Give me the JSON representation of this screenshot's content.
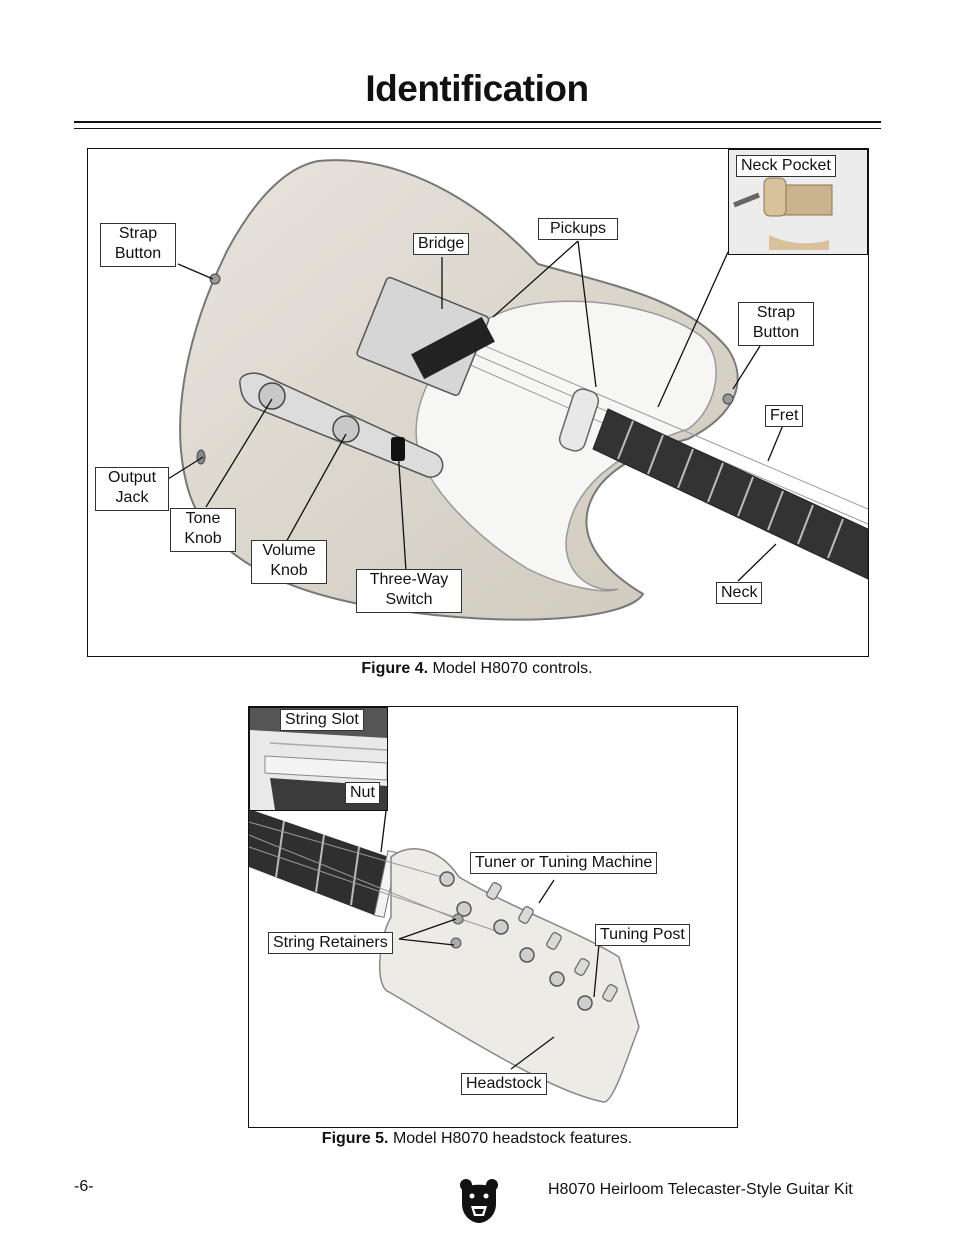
{
  "page": {
    "title": "Identification",
    "page_number": "-6-",
    "footer_title": "H8070 Heirloom Telecaster-Style Guitar Kit"
  },
  "figure4": {
    "caption_label": "Figure 4.",
    "caption_text": "Model H8070 controls.",
    "labels": {
      "strap_button_left": "Strap\nButton",
      "bridge": "Bridge",
      "pickups": "Pickups",
      "neck_pocket": "Neck Pocket",
      "strap_button_right": "Strap\nButton",
      "fret": "Fret",
      "output_jack": "Output\nJack",
      "tone_knob": "Tone\nKnob",
      "volume_knob": "Volume\nKnob",
      "three_way_switch": "Three-Way\nSwitch",
      "neck": "Neck"
    }
  },
  "figure5": {
    "caption_label": "Figure 5.",
    "caption_text": "Model H8070 headstock features.",
    "labels": {
      "string_slot": "String Slot",
      "nut": "Nut",
      "tuner": "Tuner or Tuning Machine",
      "string_retainers": "String Retainers",
      "tuning_post": "Tuning Post",
      "headstock": "Headstock"
    }
  },
  "icons": [
    "bear-logo-icon"
  ]
}
